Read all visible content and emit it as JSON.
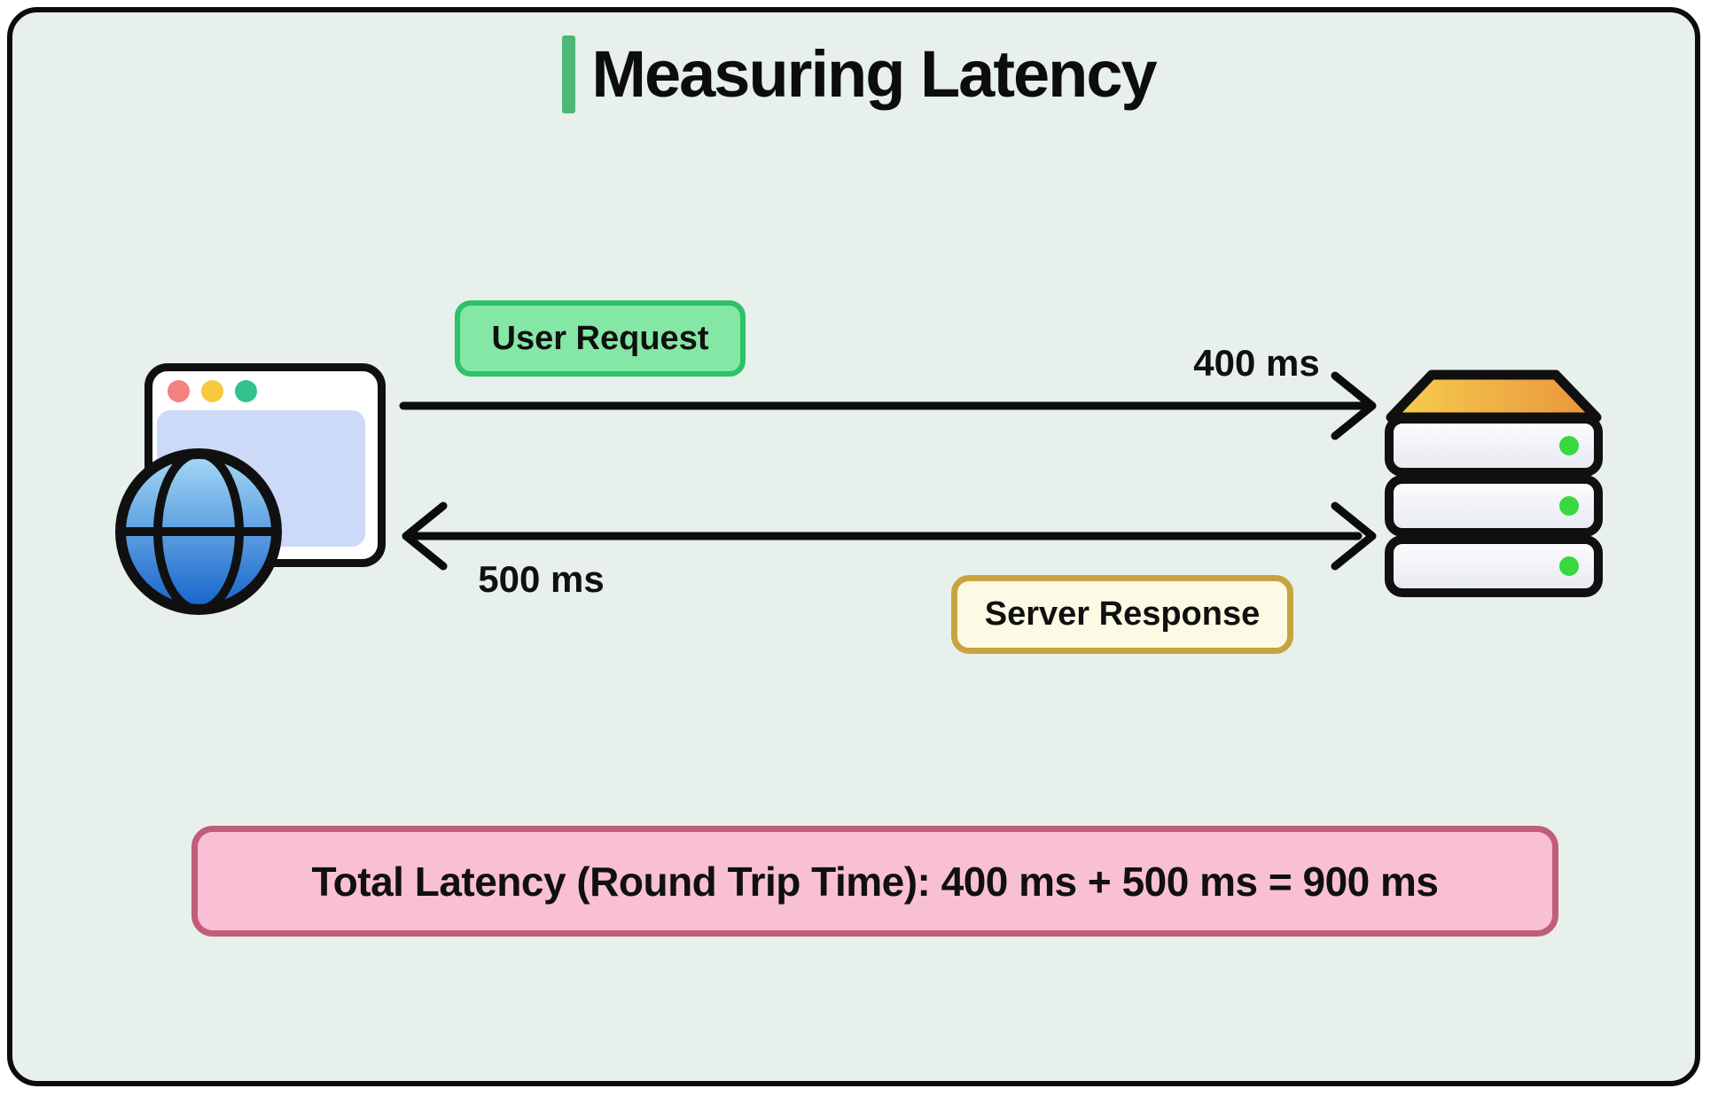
{
  "title": {
    "text": "Measuring Latency"
  },
  "request": {
    "label": "User Request",
    "latency": "400 ms"
  },
  "response": {
    "label": "Server Response",
    "latency": "500 ms"
  },
  "total": {
    "text": "Total Latency (Round Trip Time): 400 ms + 500 ms = 900 ms"
  },
  "icons": {
    "client": "browser-globe-icon",
    "server": "server-stack-icon",
    "request_arrow": "right-arrow",
    "response_arrow": "double-headed-arrow"
  },
  "colors": {
    "canvas_background": "#e7f0eb",
    "frame_border": "#0c0c0c",
    "title_accent": "#4cb878",
    "request_badge_bg": "#85e7a6",
    "request_badge_border": "#2dc169",
    "response_badge_bg": "#fcf9e4",
    "response_badge_border": "#c9a43e",
    "total_bg": "#f9bfd5",
    "total_border": "#c05e79",
    "arrow": "#0c0c0c",
    "globe_blue_top": "#a6daf6",
    "globe_blue_bottom": "#1463cb",
    "server_top_left": "#f6ce4e",
    "server_top_right": "#e9943c",
    "server_led": "#39d83f",
    "window_dot_red": "#f48281",
    "window_dot_yellow": "#f8c83e",
    "window_dot_green": "#31c28d",
    "browser_viewport": "#ccdaf8"
  }
}
